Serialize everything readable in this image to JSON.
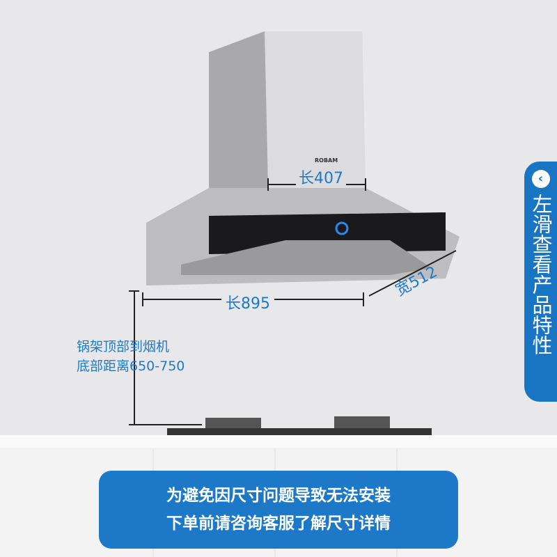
{
  "brand": "ROBAM",
  "dimensions": {
    "top_length": "长407",
    "length": "长895",
    "width": "宽512"
  },
  "install_note": [
    "锅架顶部到烟机",
    "底部距离650-750"
  ],
  "side_tab": {
    "icon": "chevron-left-icon",
    "label": "左滑查看产品特性"
  },
  "banner": [
    "为避免因尺寸问题导致无法安装",
    "下单前请咨询客服了解尺寸详情"
  ],
  "colors": {
    "accent": "#1d79c8"
  }
}
